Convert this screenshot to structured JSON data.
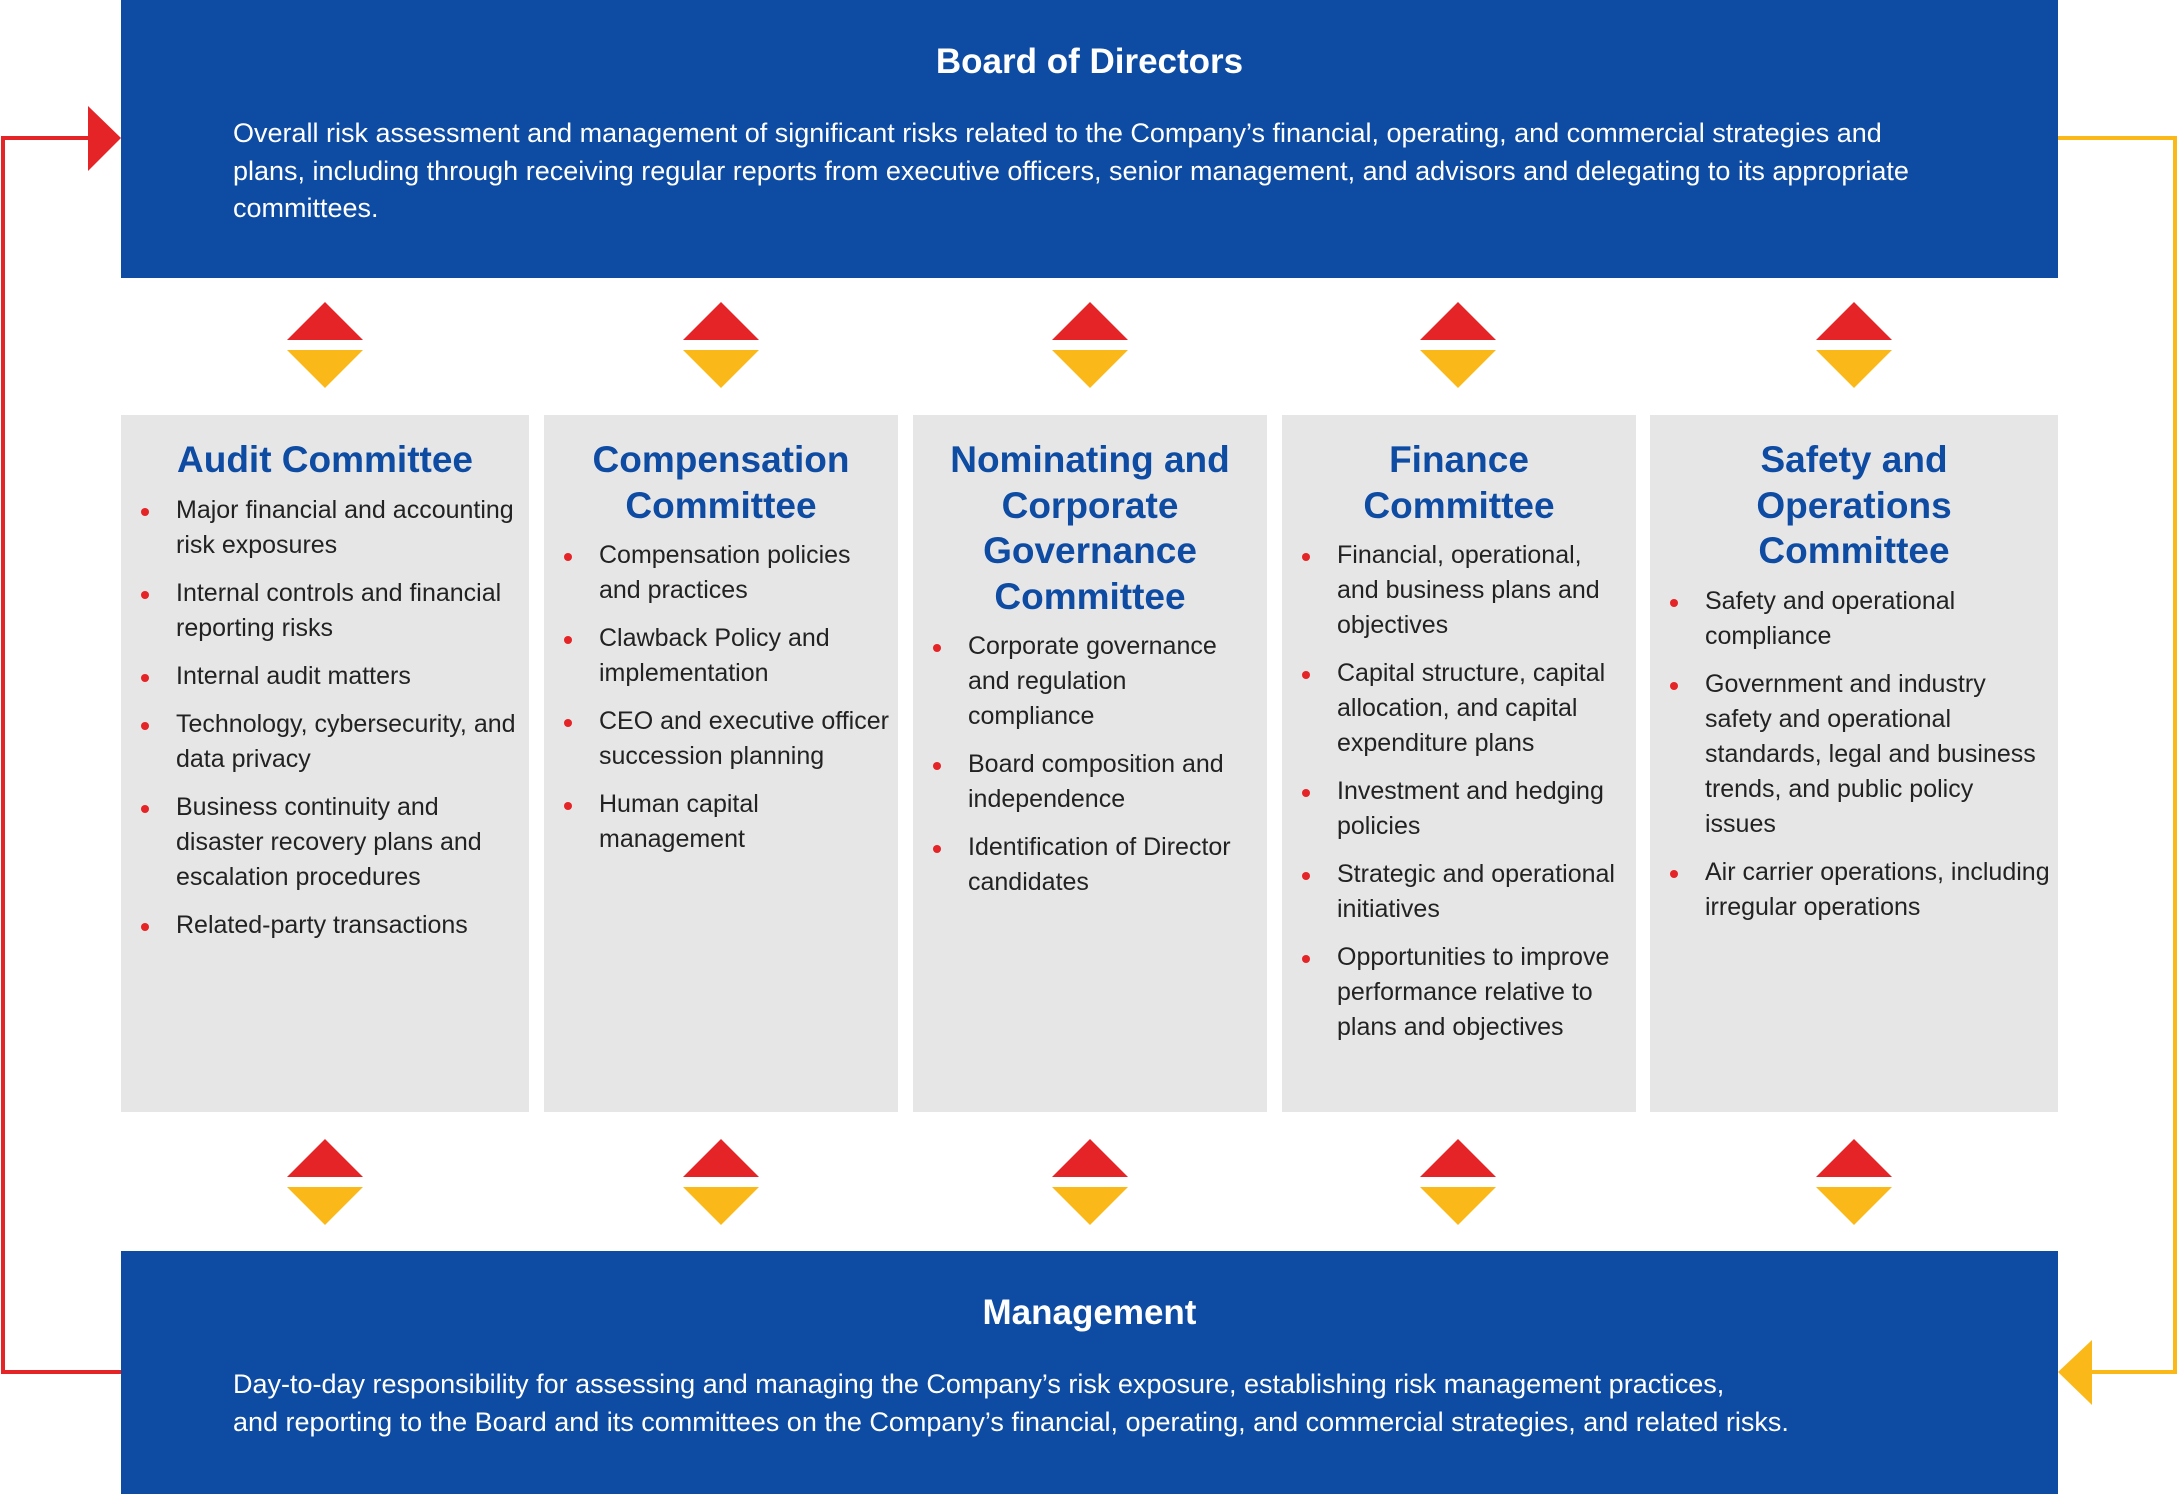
{
  "board": {
    "title": "Board of Directors",
    "text": "Overall risk assessment and management of significant risks related to the Company’s financial, operating, and commercial strategies and plans, including through receiving regular reports from executive officers, senior management, and advisors and delegating to its appropriate committees."
  },
  "committees": [
    {
      "title": "Audit Committee",
      "items": [
        "Major financial and accounting risk exposures",
        "Internal controls and financial reporting risks",
        "Internal audit matters",
        "Technology, cybersecurity, and data privacy",
        "Business continuity and disaster recovery plans and escalation procedures",
        "Related-party transactions"
      ]
    },
    {
      "title": "Compensation Committee",
      "items": [
        "Compensation policies and practices",
        "Clawback Policy and implementation",
        "CEO and executive officer succession planning",
        "Human capital management"
      ]
    },
    {
      "title": "Nominating and Corporate Governance Committee",
      "items": [
        "Corporate governance and regulation compliance",
        "Board composition and independence",
        "Identification of Director candidates"
      ]
    },
    {
      "title": "Finance Committee",
      "items": [
        "Financial, operational, and business plans and objectives",
        "Capital structure, capital allocation, and capital expenditure plans",
        "Investment and hedging policies",
        "Strategic and operational initiatives",
        "Opportunities to improve performance relative to plans and objectives"
      ]
    },
    {
      "title": "Safety and Operations Committee",
      "items": [
        "Safety and operational compliance",
        "Government and industry safety and operational standards, legal and business trends, and public policy issues",
        "Air carrier operations, including irregular operations"
      ]
    }
  ],
  "management": {
    "title": "Management",
    "text_line1": "Day-to-day responsibility for assessing and managing the Company’s risk exposure, establishing risk management practices,",
    "text_line2": "and reporting to the Board and its committees on the Company’s financial, operating, and commercial strategies, and related risks."
  },
  "colors": {
    "blue": "#0e4ba3",
    "red": "#e52427",
    "yellow": "#fbb919",
    "panel_gray": "#e6e6e6"
  }
}
